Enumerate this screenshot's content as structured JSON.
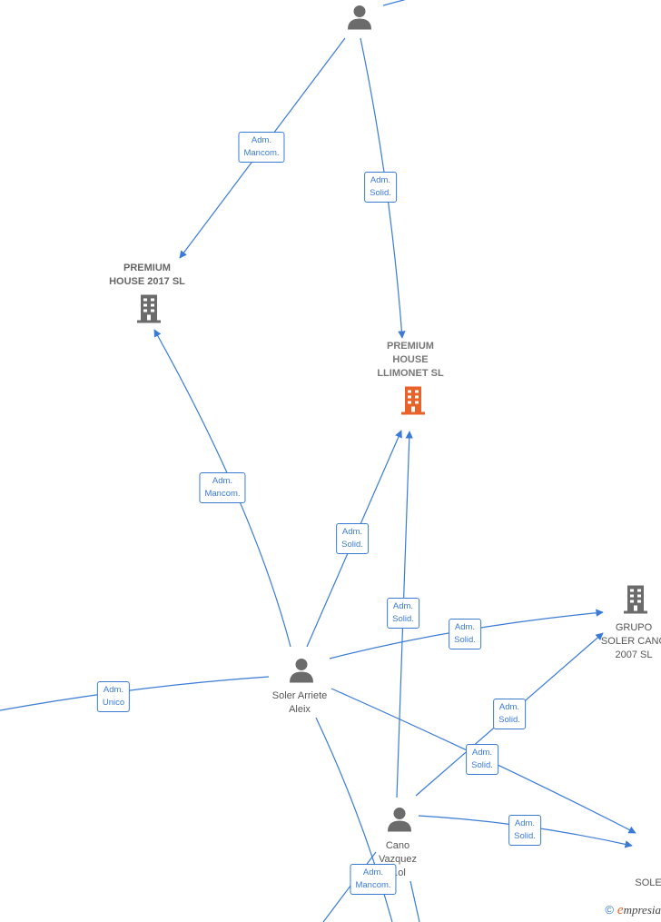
{
  "nodes": {
    "top_person": {
      "label": ""
    },
    "premium_2017": {
      "line1": "PREMIUM",
      "line2": "HOUSE 2017  SL"
    },
    "premium_llimonet": {
      "line1": "PREMIUM",
      "line2": "HOUSE",
      "line3": "LLIMONET  SL"
    },
    "grupo_soler": {
      "line1": "GRUPO",
      "line2": "SOLER CANO",
      "line3": "2007 SL"
    },
    "soler_arriete": {
      "line1": "Soler Arriete",
      "line2": "Aleix"
    },
    "cano_vazquez": {
      "line1": "Cano",
      "line2": "Vazquez",
      "line3": "...ol"
    },
    "soler_bottom": {
      "line1": "SOLER"
    }
  },
  "edges": {
    "e1": {
      "line1": "Adm.",
      "line2": "Mancom."
    },
    "e2": {
      "line1": "Adm.",
      "line2": "Solid."
    },
    "e3": {
      "line1": "Adm.",
      "line2": "Mancom."
    },
    "e4": {
      "line1": "Adm.",
      "line2": "Solid."
    },
    "e5": {
      "line1": "Adm.",
      "line2": "Solid."
    },
    "e6": {
      "line1": "Adm.",
      "line2": "Solid."
    },
    "e7": {
      "line1": "Adm.",
      "line2": "Unico"
    },
    "e8": {
      "line1": "Adm.",
      "line2": "Solid."
    },
    "e9": {
      "line1": "Adm.",
      "line2": "Solid."
    },
    "e10": {
      "line1": "Adm.",
      "line2": "Solid."
    },
    "e11": {
      "line1": "Adm.",
      "line2": "Mancom."
    }
  },
  "footer": {
    "copyright": "©",
    "brand_e": "e",
    "brand_rest": "mpresia"
  },
  "colors": {
    "edge": "#3a7bd5",
    "main_company": "#e8622a",
    "company": "#6b6b6b",
    "person": "#6b6b6b"
  }
}
